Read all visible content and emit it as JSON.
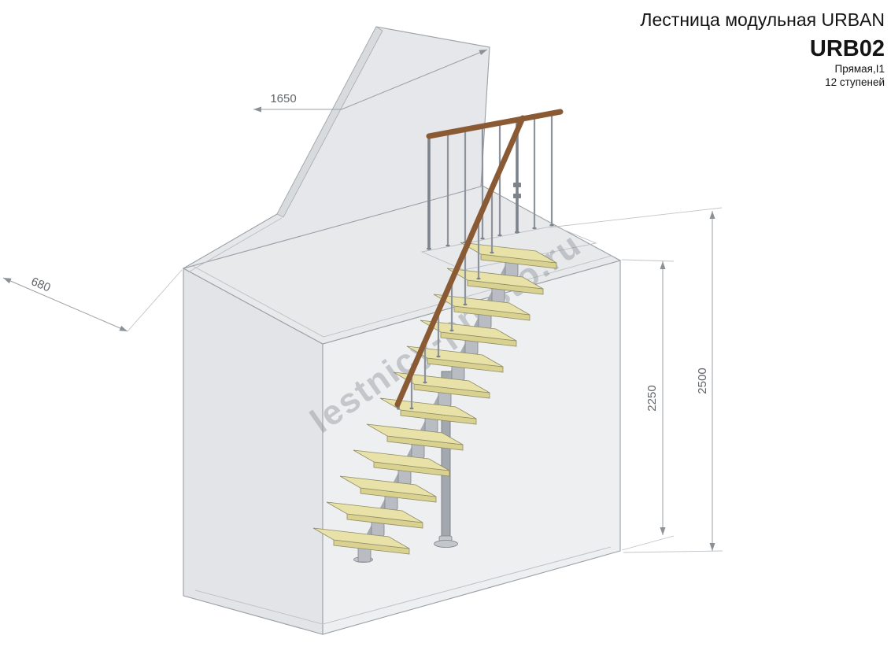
{
  "title_block": {
    "product_line": "Лестница модульная URBAN",
    "model": "URB02",
    "type": "Прямая,I1",
    "steps": "12 ступеней"
  },
  "dimensions": {
    "wall_top": "1650",
    "landing_depth": "680",
    "floor_to_landing": "2250",
    "floor_to_ceiling": "2500"
  },
  "watermark": "lestnicy-prosto.ru",
  "colors": {
    "step-wood": "#e9e2a8",
    "step-wood-shade": "#d9d18f",
    "handrail-wood": "#8a5a35",
    "metal": "#9aa0a6",
    "drawing-line": "#9aa0a5"
  }
}
